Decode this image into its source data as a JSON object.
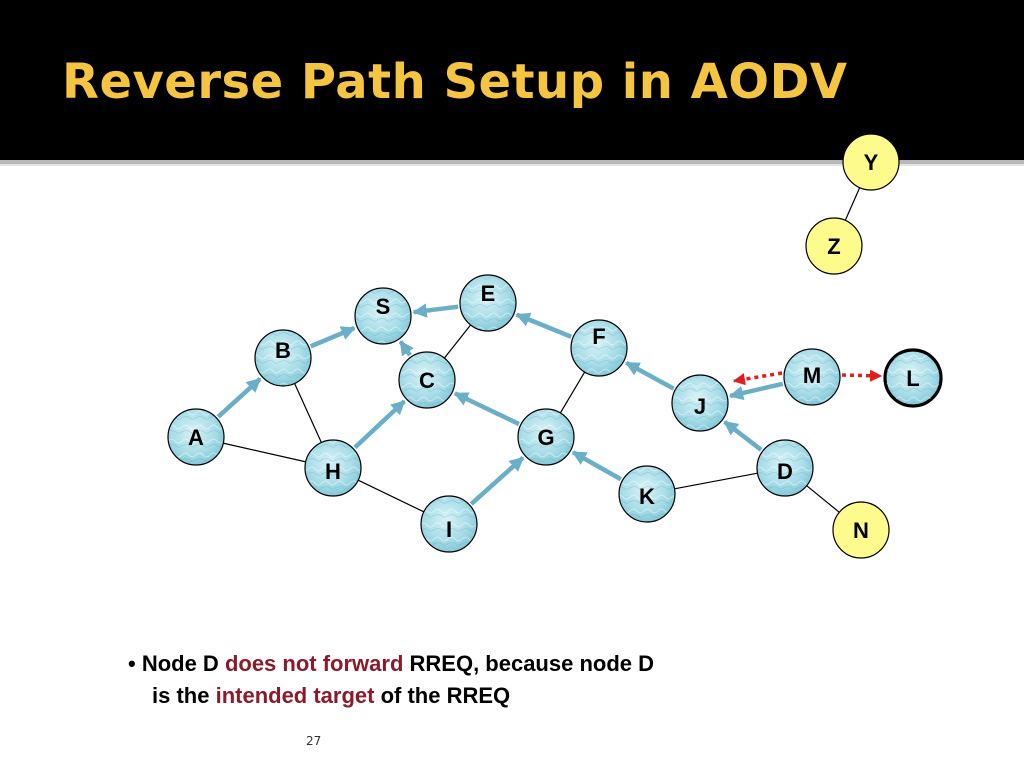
{
  "slide": {
    "title": "Reverse Path Setup in AODV",
    "page_number": "27"
  },
  "colors": {
    "title_background": "#000000",
    "title_text": "#f5c542",
    "node_fill": "#a8dde8",
    "node_highlight_fill": "#fdfb8c",
    "reverse_path_arrow": "#6aaec8",
    "rreq_arrow": "#e21d1d",
    "highlight_text": "#8b1a2b"
  },
  "nodes": [
    {
      "id": "S",
      "label": "S",
      "style": "normal"
    },
    {
      "id": "E",
      "label": "E",
      "style": "normal"
    },
    {
      "id": "F",
      "label": "F",
      "style": "normal"
    },
    {
      "id": "B",
      "label": "B",
      "style": "normal"
    },
    {
      "id": "C",
      "label": "C",
      "style": "normal"
    },
    {
      "id": "M",
      "label": "M",
      "style": "normal"
    },
    {
      "id": "L",
      "label": "L",
      "style": "bold-border"
    },
    {
      "id": "J",
      "label": "J",
      "style": "normal"
    },
    {
      "id": "A",
      "label": "A",
      "style": "normal"
    },
    {
      "id": "G",
      "label": "G",
      "style": "normal"
    },
    {
      "id": "H",
      "label": "H",
      "style": "normal"
    },
    {
      "id": "D",
      "label": "D",
      "style": "normal"
    },
    {
      "id": "K",
      "label": "K",
      "style": "normal"
    },
    {
      "id": "I",
      "label": "I",
      "style": "normal"
    },
    {
      "id": "N",
      "label": "N",
      "style": "yellow"
    },
    {
      "id": "Y",
      "label": "Y",
      "style": "yellow"
    },
    {
      "id": "Z",
      "label": "Z",
      "style": "yellow"
    }
  ],
  "links": [
    {
      "from": "A",
      "to": "H"
    },
    {
      "from": "B",
      "to": "H"
    },
    {
      "from": "H",
      "to": "I"
    },
    {
      "from": "C",
      "to": "E"
    },
    {
      "from": "F",
      "to": "G"
    },
    {
      "from": "K",
      "to": "D"
    },
    {
      "from": "D",
      "to": "N"
    },
    {
      "from": "Z",
      "to": "Y"
    }
  ],
  "reverse_path_arrows": [
    {
      "from": "A",
      "to": "B"
    },
    {
      "from": "B",
      "to": "S"
    },
    {
      "from": "E",
      "to": "S"
    },
    {
      "from": "C",
      "to": "S"
    },
    {
      "from": "H",
      "to": "C"
    },
    {
      "from": "G",
      "to": "C"
    },
    {
      "from": "F",
      "to": "E"
    },
    {
      "from": "I",
      "to": "G"
    },
    {
      "from": "K",
      "to": "G"
    },
    {
      "from": "J",
      "to": "F"
    },
    {
      "from": "M",
      "to": "J"
    },
    {
      "from": "D",
      "to": "J"
    }
  ],
  "rreq_arrows": [
    {
      "from": "M",
      "to": "J"
    },
    {
      "from": "M",
      "to": "L"
    }
  ],
  "caption": {
    "line1": [
      {
        "text": "• Node D ",
        "style": "normal"
      },
      {
        "text": "does not forward",
        "style": "highlight"
      },
      {
        "text": " RREQ, because node D",
        "style": "normal"
      }
    ],
    "line2": [
      {
        "text": "is the ",
        "style": "normal"
      },
      {
        "text": "intended target",
        "style": "highlight"
      },
      {
        "text": " of the RREQ",
        "style": "normal"
      }
    ]
  }
}
